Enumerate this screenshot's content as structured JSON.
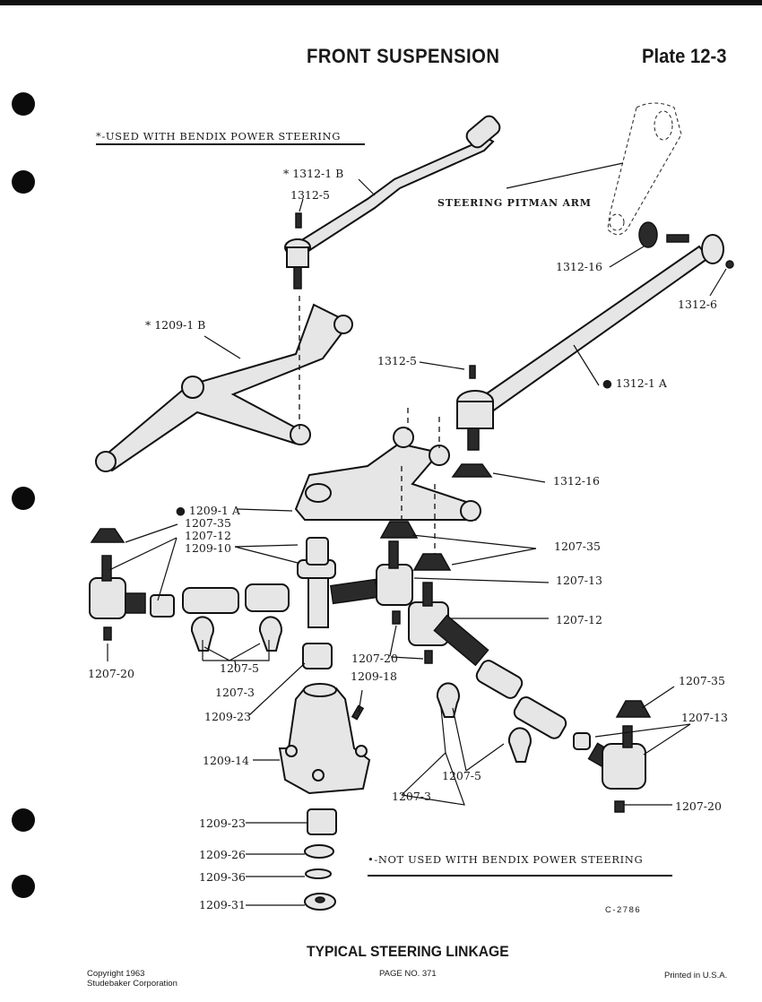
{
  "header": {
    "title": "FRONT  SUSPENSION",
    "plate": "Plate 12-3"
  },
  "notes": {
    "used_with": "*-USED WITH BENDIX POWER STEERING",
    "not_used_with": "•-NOT USED WITH BENDIX POWER STEERING",
    "drawing_number": "C-2786"
  },
  "callouts": {
    "pitman_arm": "STEERING PITMAN ARM",
    "p1312_1b": "* 1312-1 B",
    "p1312_5_top": "1312-5",
    "p1312_16_top": "1312-16",
    "p1312_6": "1312-6",
    "p1209_1b": "* 1209-1 B",
    "p1312_5_mid": "1312-5",
    "p1312_1a": "● 1312-1 A",
    "p1312_16_mid": "1312-16",
    "p1209_1a": "● 1209-1 A",
    "p1207_35_left": "1207-35",
    "p1207_12_left": "1207-12",
    "p1209_10": "1209-10",
    "p1207_35_mid": "1207-35",
    "p1207_13_mid": "1207-13",
    "p1207_12_mid": "1207-12",
    "p1207_20_left": "1207-20",
    "p1207_5_left": "1207-5",
    "p1207_3_left": "1207-3",
    "p1207_20_mid": "1207-20",
    "p1209_18": "1209-18",
    "p1209_23_top": "1209-23",
    "p1209_14": "1209-14",
    "p1207_35_right": "1207-35",
    "p1207_13_right": "1207-13",
    "p1207_5_right": "1207-5",
    "p1207_3_right": "1207-3",
    "p1207_20_right": "1207-20",
    "p1209_23_bottom": "1209-23",
    "p1209_26": "1209-26",
    "p1209_36": "1209-36",
    "p1209_31": "1209-31"
  },
  "footer": {
    "caption": "TYPICAL STEERING LINKAGE",
    "copyright_line1": "Copyright 1963",
    "copyright_line2": "Studebaker Corporation",
    "page_number": "PAGE NO. 371",
    "printed": "Printed in U.S.A."
  }
}
